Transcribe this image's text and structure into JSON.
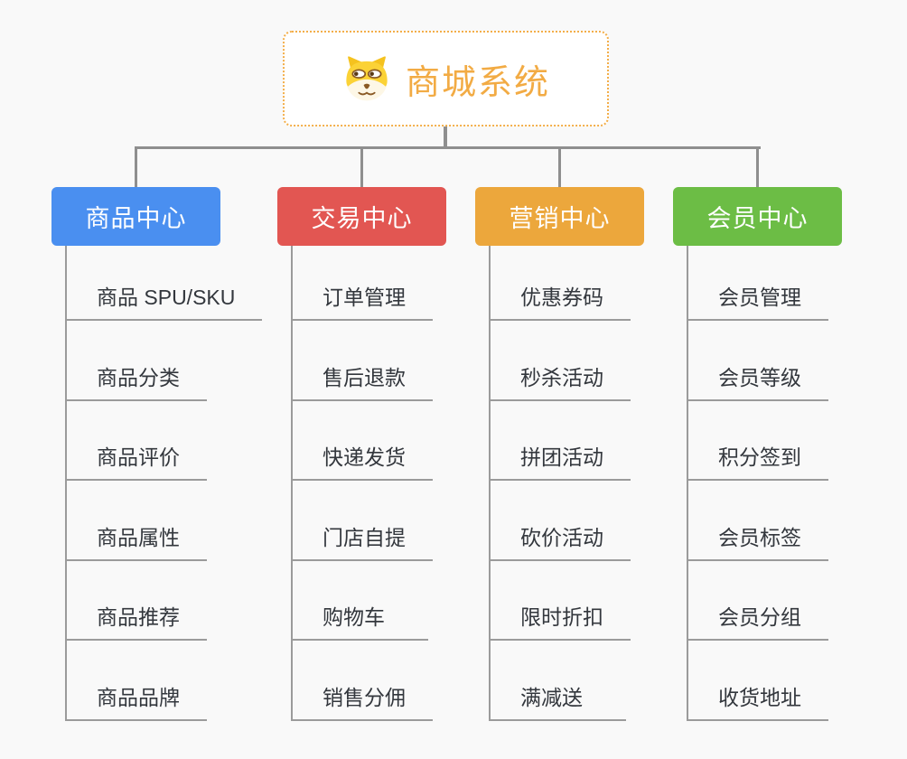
{
  "root": {
    "title": "商城系统",
    "icon": "dog-icon"
  },
  "colors": {
    "background": "#f9f9f9",
    "root_title": "#f2ab44",
    "root_border": "#f3ae49",
    "connector": "#8f8f8f",
    "leaf_line": "#9b9b9b",
    "leaf_text": "#33373d",
    "branch_text": "#ffffff"
  },
  "columns": [
    {
      "label": "商品中心",
      "color": "#4a8ff0",
      "items": [
        "商品 SPU/SKU",
        "商品分类",
        "商品评价",
        "商品属性",
        "商品推荐",
        "商品品牌"
      ]
    },
    {
      "label": "交易中心",
      "color": "#e25652",
      "items": [
        "订单管理",
        "售后退款",
        "快递发货",
        "门店自提",
        "购物车",
        "销售分佣"
      ]
    },
    {
      "label": "营销中心",
      "color": "#eca73c",
      "items": [
        "优惠券码",
        "秒杀活动",
        "拼团活动",
        "砍价活动",
        "限时折扣",
        "满减送"
      ]
    },
    {
      "label": "会员中心",
      "color": "#6cbd45",
      "items": [
        "会员管理",
        "会员等级",
        "积分签到",
        "会员标签",
        "会员分组",
        "收货地址"
      ]
    }
  ]
}
